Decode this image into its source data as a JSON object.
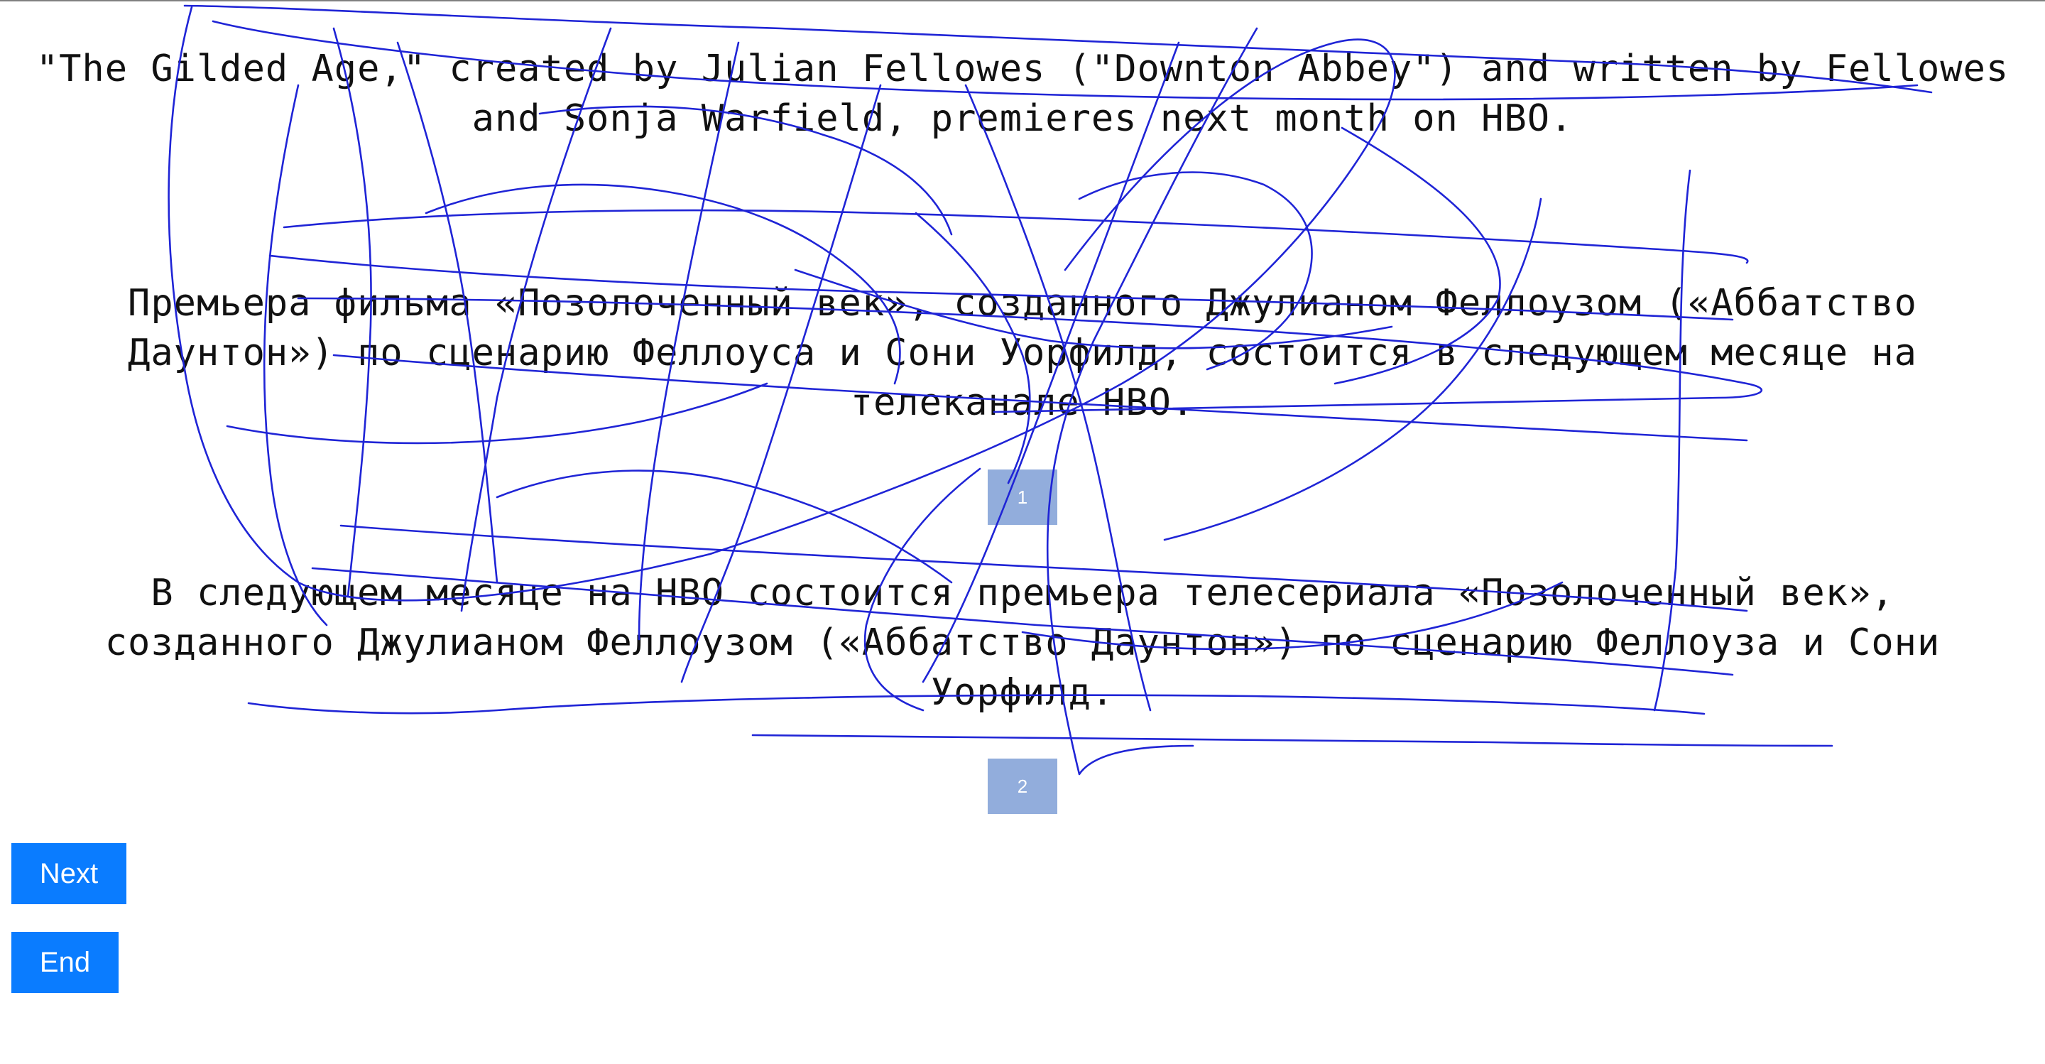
{
  "source": {
    "text": "\"The Gilded Age,\" created by Julian Fellowes (\"Downton Abbey\") and written by Fellowes and Sonja Warfield, premieres next month on HBO."
  },
  "candidates": [
    {
      "text": "Премьера фильма «Позолоченный век», созданного Джулианом Феллоузом («Аббатство Даунтон») по сценарию Феллоуса и Сони Уорфилд, состоится в следующем месяце на телеканале HBO.",
      "rank_label": "1"
    },
    {
      "text": "В следующем месяце на HBO состоится премьера телесериала «Позолоченный век», созданного Джулианом Феллоузом («Аббатство Даунтон») по сценарию Феллоуза и Сони Уорфилд.",
      "rank_label": "2"
    }
  ],
  "buttons": {
    "next_label": "Next",
    "end_label": "End"
  },
  "colors": {
    "button_background": "#0a7cff",
    "rank_box_background": "#7f9fd6",
    "scribble_stroke": "#1f24d6"
  },
  "icons": {
    "scribble": "freehand-scribble-overlay"
  }
}
